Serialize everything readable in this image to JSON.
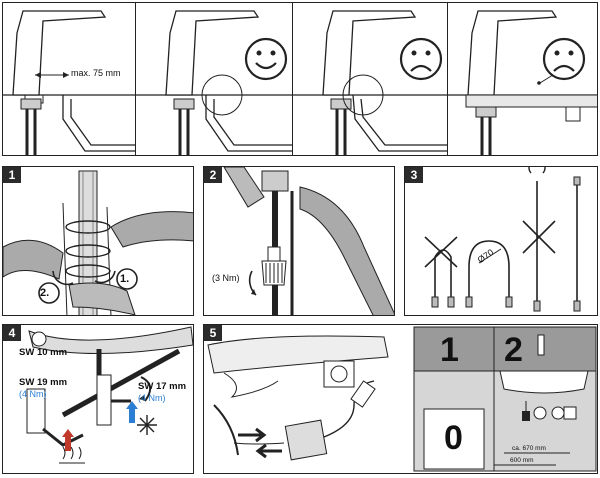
{
  "top": {
    "measurement": "max. 75 mm"
  },
  "steps": {
    "s1": {
      "number": "1",
      "callout_a": "2.",
      "callout_b": "1."
    },
    "s2": {
      "number": "2",
      "torque": "(3 Nm)"
    },
    "s3": {
      "number": "3",
      "diameter": "Ø70"
    },
    "s4": {
      "number": "4",
      "sw1": "SW 10 mm",
      "sw2": "SW 19 mm",
      "sw2_torque": "(4 Nm)",
      "sw3": "SW 17 mm",
      "sw3_torque": "(4 Nm)"
    },
    "s5": {
      "number": "5",
      "zone_1": "1",
      "zone_2": "2",
      "zone_0": "0",
      "dist_a": "ca. 670 mm",
      "dist_b": "600 mm"
    }
  },
  "colors": {
    "hot": "#c0392b",
    "cold": "#2a7fd4",
    "zone_dark": "#9a9a9a",
    "zone_light": "#d6d6d6"
  }
}
